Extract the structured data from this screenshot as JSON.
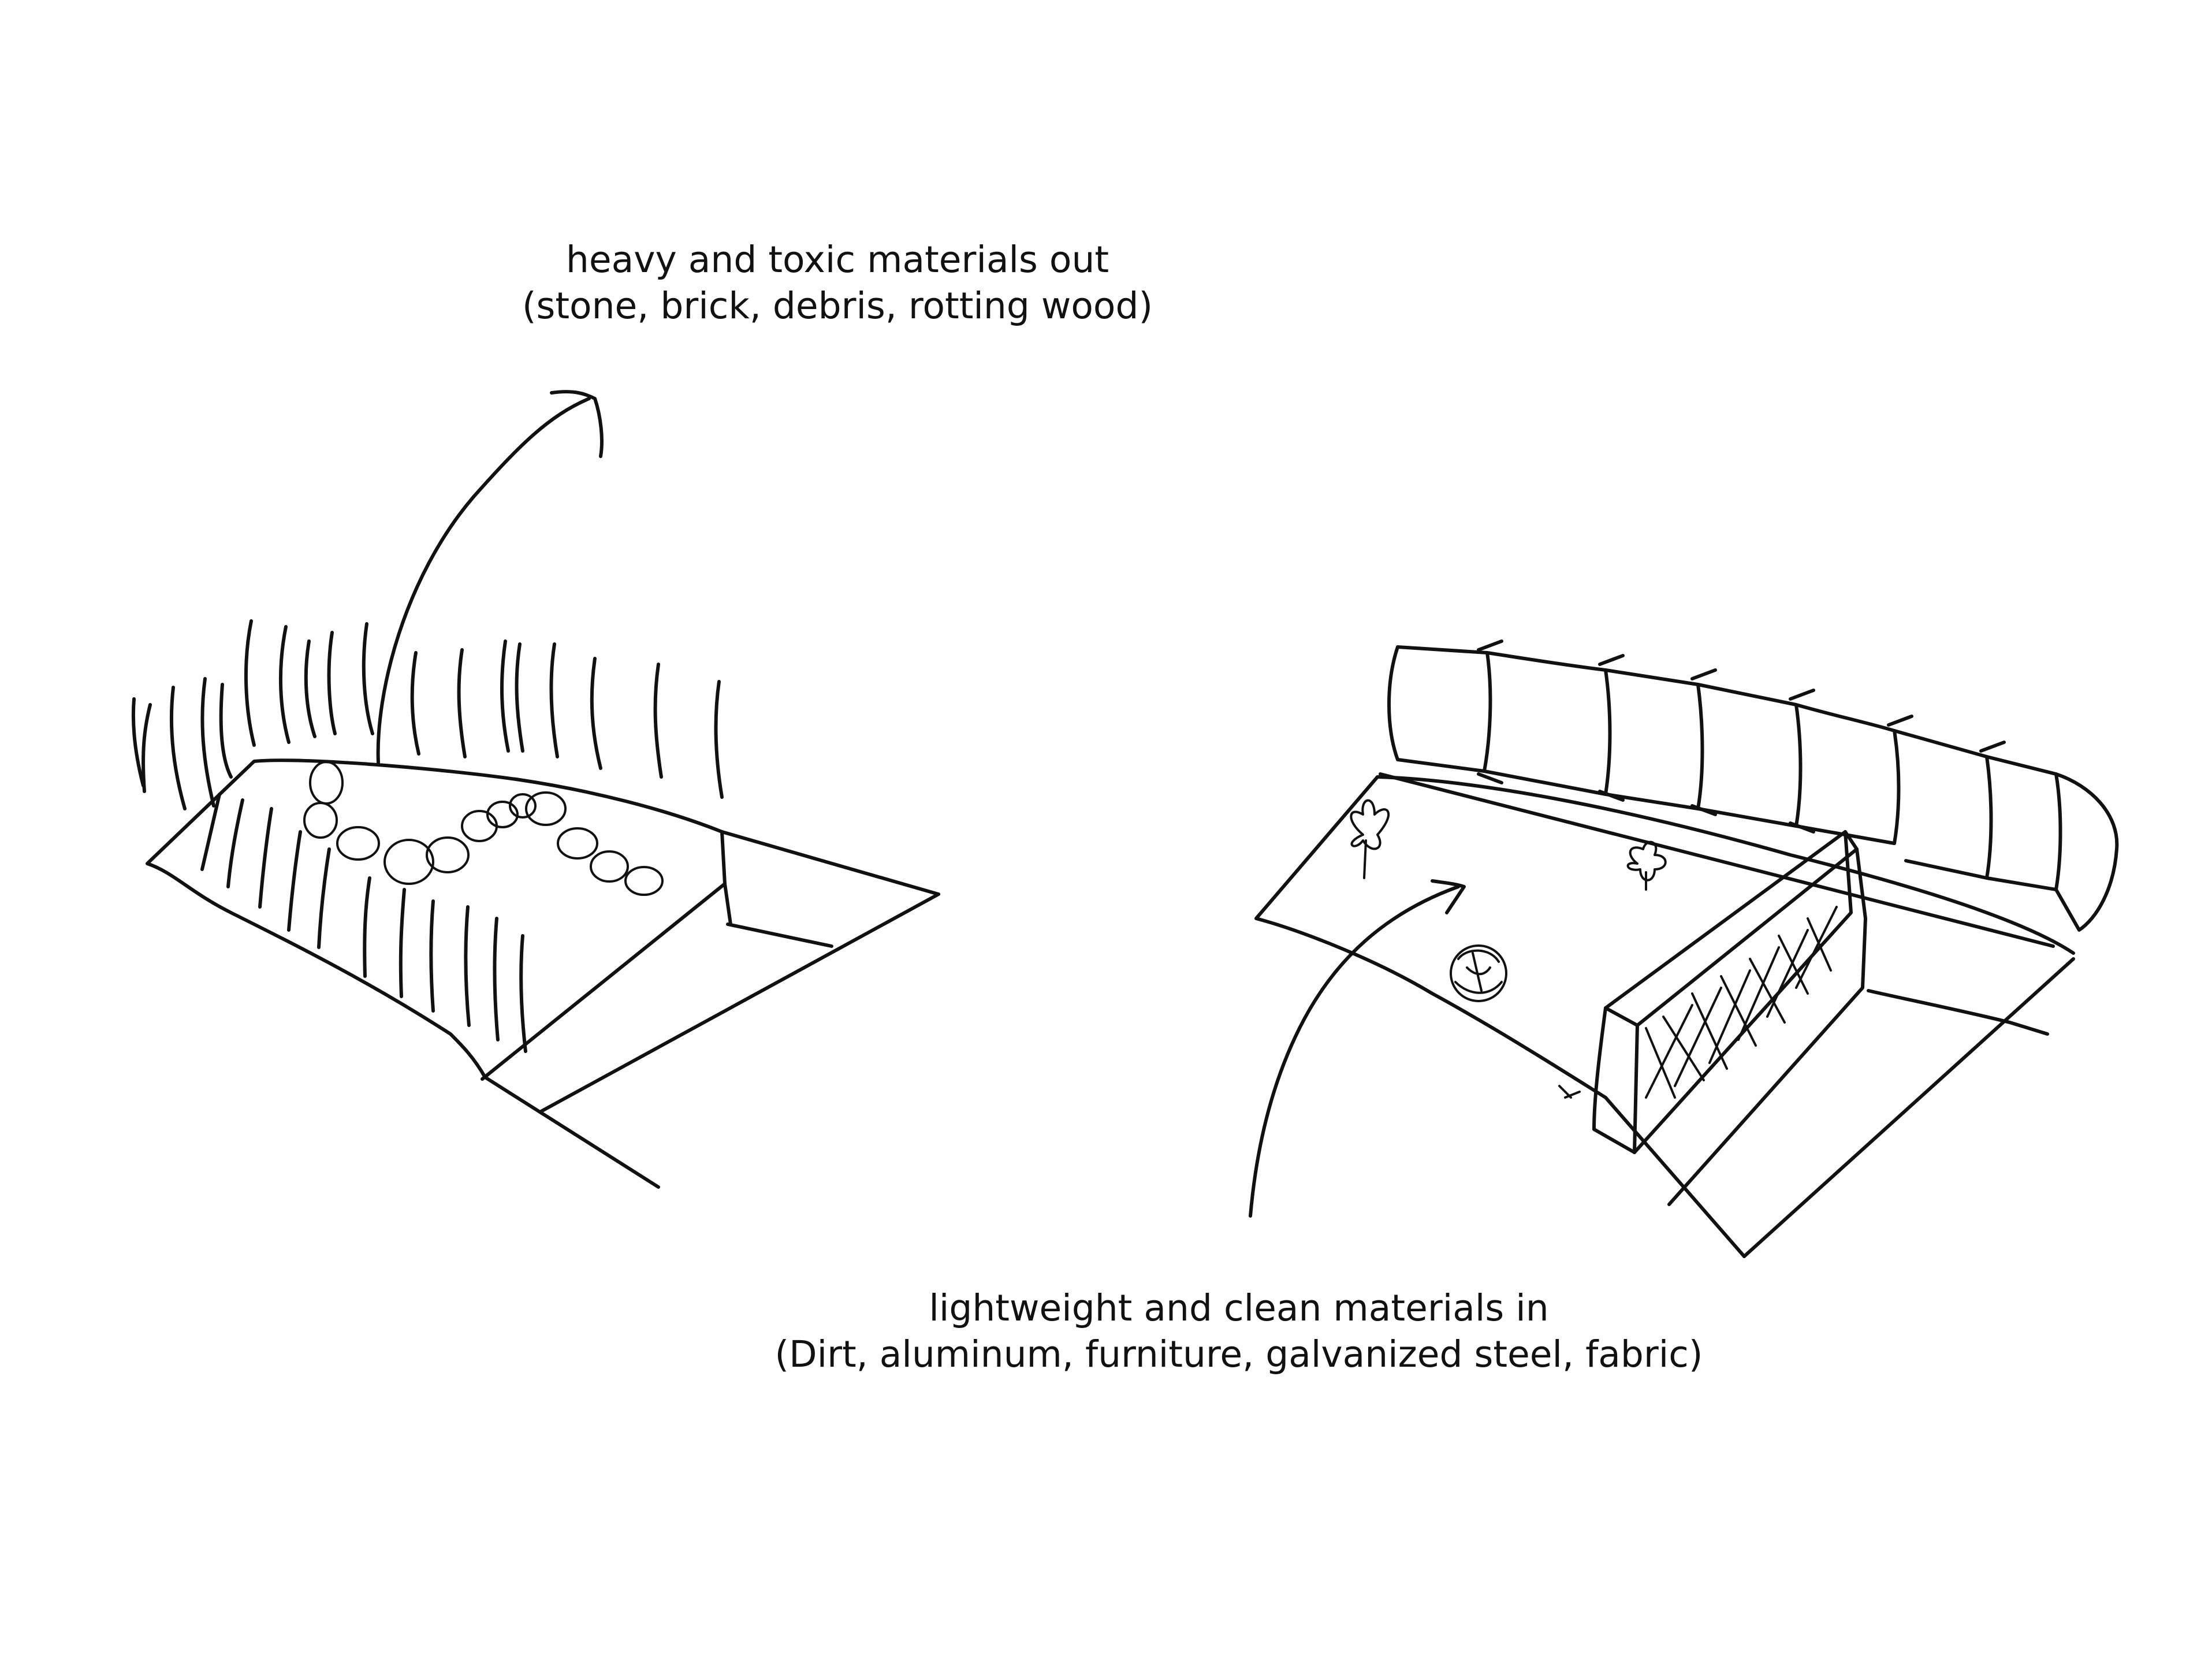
{
  "captions": {
    "out_line1": "heavy and toxic materials out",
    "out_line2": "(stone, brick, debris, rotting wood)",
    "in_line1": "lightweight and clean materials in",
    "in_line2": "(Dirt, aluminum, furniture, galvanized steel, fabric)"
  },
  "colors": {
    "paper": "#fefefe",
    "ink": "#111111"
  }
}
